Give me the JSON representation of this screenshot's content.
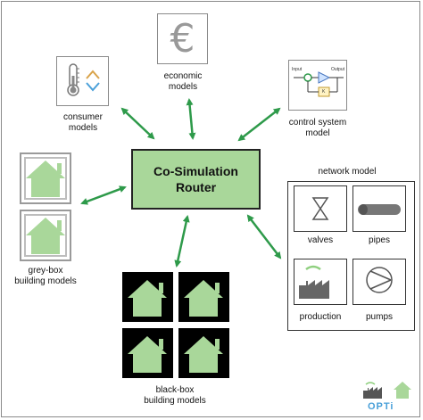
{
  "router": {
    "line1": "Co-Simulation",
    "line2": "Router"
  },
  "economic": {
    "symbol": "€",
    "line1": "economic",
    "line2": "models"
  },
  "consumer": {
    "line1": "consumer",
    "line2": "models"
  },
  "control": {
    "line1": "control system",
    "line2": "model",
    "diagram_in": "Input",
    "diagram_out": "Output",
    "diagram_k": "K"
  },
  "network": {
    "title": "network model",
    "items": [
      {
        "label": "valves"
      },
      {
        "label": "pipes"
      },
      {
        "label": "production"
      },
      {
        "label": "pumps"
      }
    ]
  },
  "greybox": {
    "line1": "grey-box",
    "line2": "building models"
  },
  "blackbox": {
    "line1": "black-box",
    "line2": "building models"
  },
  "logo": {
    "text": "OPTi"
  },
  "colors": {
    "arrow": "#2e9a4a",
    "house_fill": "#a9d79a",
    "router_fill": "#a9d79a"
  }
}
